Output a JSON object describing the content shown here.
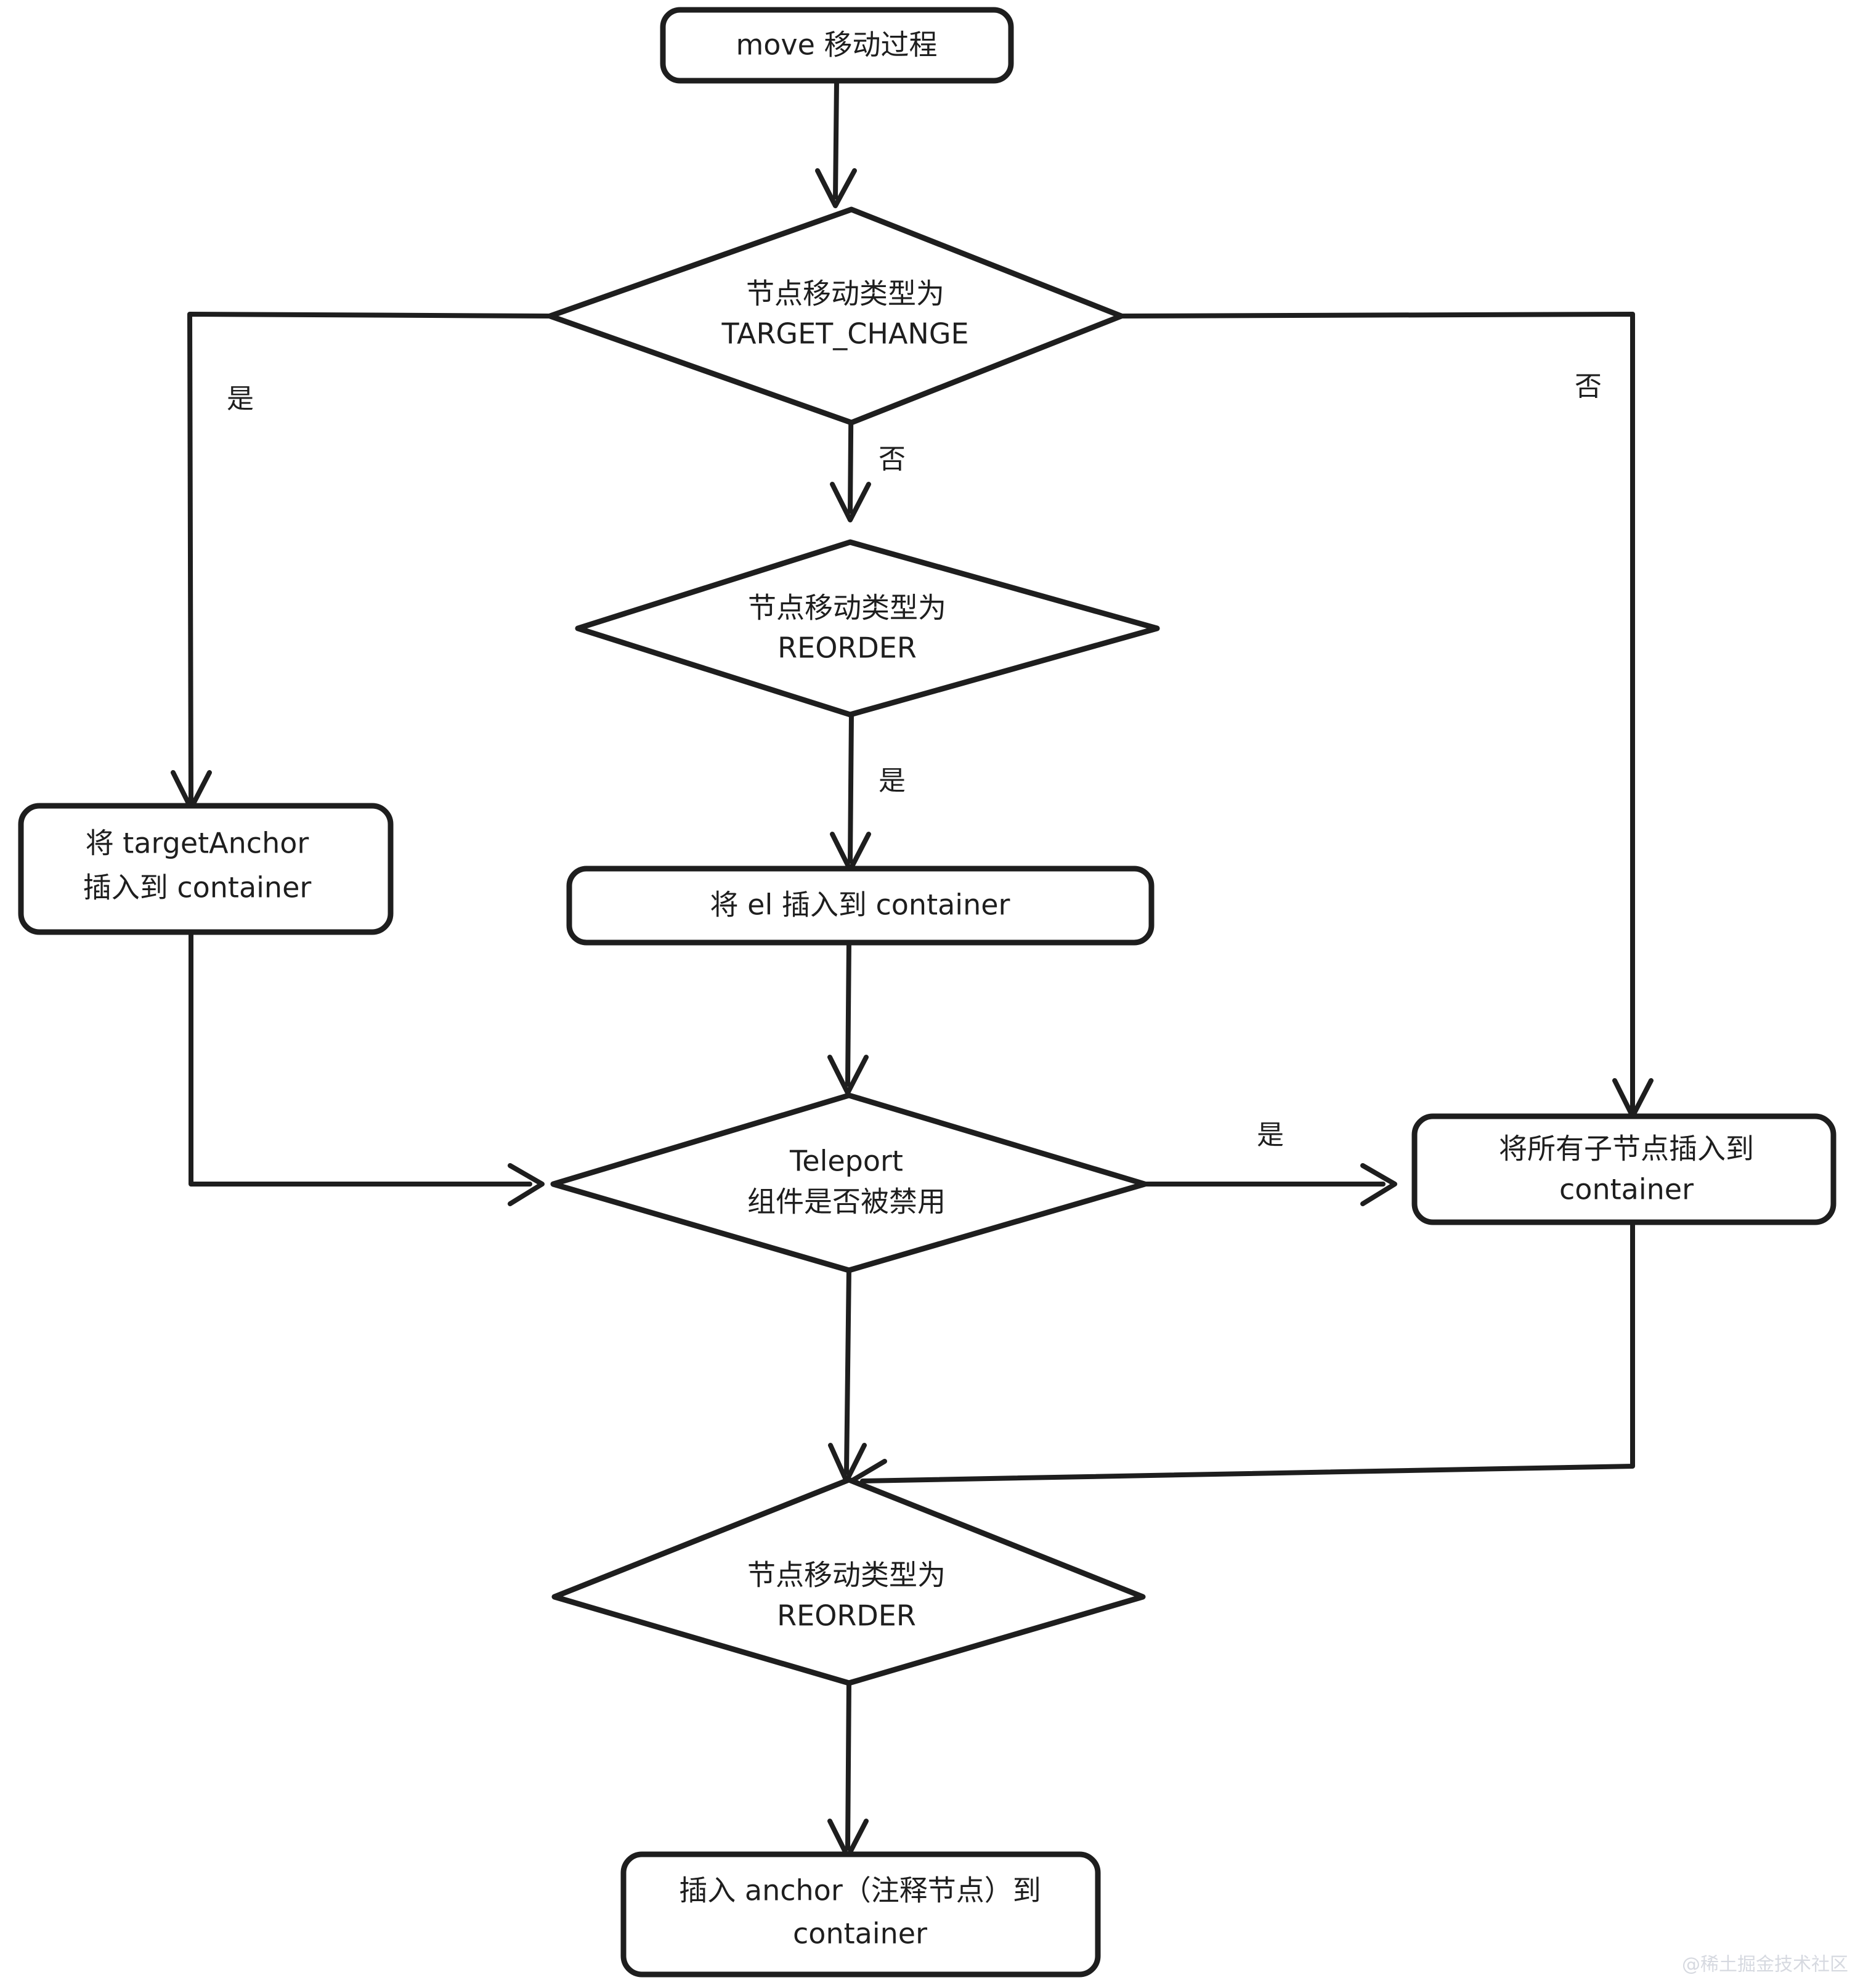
{
  "diagram": {
    "title_node": "move 移动过程",
    "watermark": "@稀土掘金技术社区",
    "colors": {
      "stroke": "#1e1e1e",
      "hatch": "#8edda0",
      "background": "#ffffff",
      "watermark": "#d6d9e0"
    },
    "nodes": {
      "start": {
        "shape": "rounded-rect",
        "line1": "move 移动过程",
        "line2": ""
      },
      "decision_target_change": {
        "shape": "diamond",
        "line1": "节点移动类型为",
        "line2": "TARGET_CHANGE"
      },
      "insert_target_anchor": {
        "shape": "rounded-rect",
        "line1": "将 targetAnchor",
        "line2": "插入到 container"
      },
      "decision_reorder_1": {
        "shape": "diamond",
        "line1": "节点移动类型为",
        "line2": "REORDER"
      },
      "insert_el": {
        "shape": "rounded-rect",
        "line1": "将 el 插入到 container",
        "line2": ""
      },
      "decision_teleport_disabled": {
        "shape": "diamond",
        "line1": "Teleport",
        "line2": "组件是否被禁用"
      },
      "insert_all_children": {
        "shape": "rounded-rect",
        "line1": "将所有子节点插入到",
        "line2": "container"
      },
      "decision_reorder_2": {
        "shape": "diamond",
        "line1": "节点移动类型为",
        "line2": "REORDER"
      },
      "insert_anchor": {
        "shape": "rounded-rect",
        "line1": "插入 anchor（注释节点）到",
        "line2": "container"
      }
    },
    "edge_labels": {
      "target_change_yes": "是",
      "target_change_no_right": "否",
      "target_change_no_down": "否",
      "reorder1_yes": "是",
      "teleport_yes": "是"
    }
  }
}
